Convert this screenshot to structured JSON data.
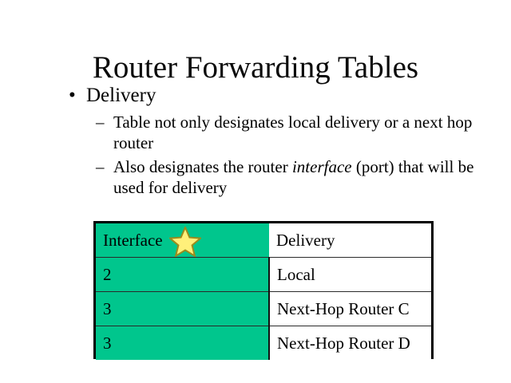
{
  "slide": {
    "title": "Router Forwarding Tables",
    "bullets": [
      {
        "level": 1,
        "marker": "•",
        "text": "Delivery"
      },
      {
        "level": 2,
        "marker": "–",
        "text": "Table not only designates local delivery or a next hop router"
      },
      {
        "level": 2,
        "marker": "–",
        "text_before_italic": "Also designates the router ",
        "italic_word": "interface",
        "text_after_italic": " (port) that will be used for delivery"
      }
    ]
  },
  "table": {
    "headers": {
      "interface": "Interface",
      "delivery": "Delivery"
    },
    "rows": [
      {
        "interface": "2",
        "delivery": "Local"
      },
      {
        "interface": "3",
        "delivery": "Next-Hop Router C"
      },
      {
        "interface": "3",
        "delivery": "Next-Hop Router D"
      }
    ],
    "annotation_icon": "star-icon",
    "colors": {
      "interface_column_fill": "#00C68D",
      "delivery_column_fill": "#FFFFFF",
      "border": "#000000",
      "star_fill": "#FFF07A",
      "star_stroke": "#9A8B1E"
    }
  }
}
